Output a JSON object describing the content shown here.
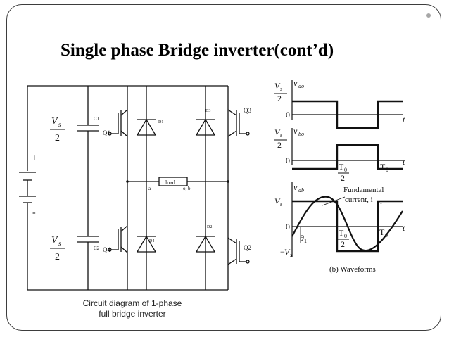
{
  "slide": {
    "title": "Single phase Bridge inverter(cont’d)"
  },
  "circuit": {
    "caption_line1": "Circuit diagram of 1-phase",
    "caption_line2": "full bridge inverter",
    "source_plus": "+",
    "source_minus": "-",
    "cap_top": {
      "numerator": "V",
      "subscript": "s",
      "denominator": "2",
      "label": "C1"
    },
    "cap_bottom": {
      "numerator": "V",
      "subscript": "s",
      "denominator": "2",
      "label": "C2"
    },
    "switches": {
      "q1": "Q1",
      "q2": "Q2",
      "q3": "Q3",
      "q4": "Q4"
    },
    "diodes": {
      "d1": "D1",
      "d2": "D2",
      "d3": "D3",
      "d4": "D4"
    },
    "load_label": "load",
    "node_a": "a",
    "node_b": "o, b"
  },
  "waveforms": {
    "caption": "(b) Waveforms",
    "axis_t": "t",
    "zero": "0",
    "vs_num": "V",
    "vs_sub": "s",
    "vs_den": "2",
    "v_ao": "v",
    "v_ao_sub": "ao",
    "v_bo": "v",
    "v_bo_sub": "bo",
    "v_ab": "v",
    "v_ab_sub": "ab",
    "vs_full": "V",
    "vs_full_sub": "s",
    "t0_over_2": "T",
    "t0_sub": "0",
    "t0": "T",
    "fundamental_line1": "Fundamental",
    "fundamental_line2": "current, i",
    "fundamental_sub": "01",
    "theta": "θ",
    "theta_sub": "1",
    "neg_sign": "−",
    "colors": {
      "line": "#000000",
      "panel": "#ffffff"
    }
  }
}
